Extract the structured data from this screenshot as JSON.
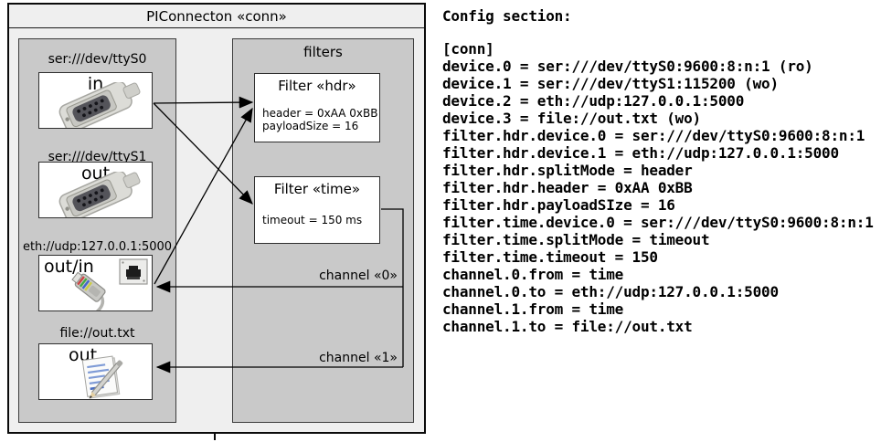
{
  "diagram": {
    "title": "PIConnecton «conn»",
    "devices": [
      {
        "label": "ser:///dev/ttyS0",
        "direction": "in",
        "icons": [
          "serial-connector-icon"
        ]
      },
      {
        "label": "ser:///dev/ttyS1",
        "direction": "out",
        "icons": [
          "serial-connector-icon"
        ]
      },
      {
        "label": "eth://udp:127.0.0.1:5000",
        "direction": "out/in",
        "icons": [
          "ethernet-jack-icon",
          "ethernet-plug-icon"
        ]
      },
      {
        "label": "file://out.txt",
        "direction": "out",
        "icons": [
          "notepad-icon"
        ]
      }
    ],
    "filters_title": "filters",
    "filters": [
      {
        "title": "Filter «hdr»",
        "attributes": [
          "header = 0xAA 0xBB",
          "payloadSize = 16"
        ]
      },
      {
        "title": "Filter «time»",
        "attributes": [
          "timeout = 150 ms"
        ]
      }
    ],
    "channels": [
      {
        "label": "channel «0»"
      },
      {
        "label": "channel «1»"
      }
    ],
    "colors": {
      "diagram_bg": "#efefef",
      "panel_bg": "#c9c9c9",
      "box_bg": "#ffffff",
      "line_color": "#000000"
    }
  },
  "config": {
    "heading": "Config section:",
    "lines": [
      "[conn]",
      "device.0 = ser:///dev/ttyS0:9600:8:n:1 (ro)",
      "device.1 = ser:///dev/ttyS1:115200 (wo)",
      "device.2 = eth://udp:127.0.0.1:5000",
      "device.3 = file://out.txt (wo)",
      "filter.hdr.device.0 = ser:///dev/ttyS0:9600:8:n:1",
      "filter.hdr.device.1 = eth://udp:127.0.0.1:5000",
      "filter.hdr.splitMode = header",
      "filter.hdr.header = 0xAA 0xBB",
      "filter.hdr.payloadSIze = 16",
      "filter.time.device.0 = ser:///dev/ttyS0:9600:8:n:1",
      "filter.time.splitMode = timeout",
      "filter.time.timeout = 150",
      "channel.0.from = time",
      "channel.0.to = eth://udp:127.0.0.1:5000",
      "channel.1.from = time",
      "channel.1.to = file://out.txt"
    ]
  }
}
